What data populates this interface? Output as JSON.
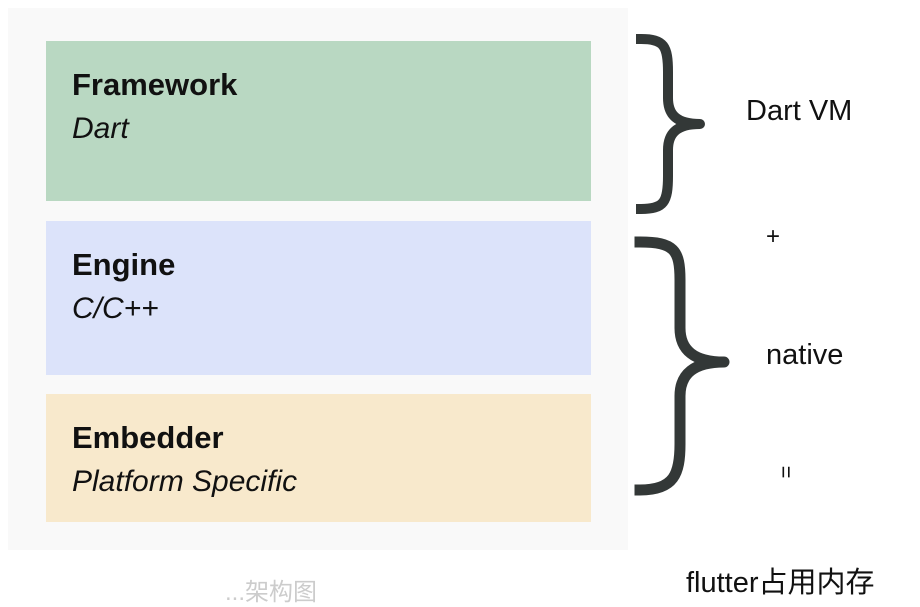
{
  "layers": [
    {
      "title": "Framework",
      "subtitle": "Dart",
      "color": "#b9d8c2"
    },
    {
      "title": "Engine",
      "subtitle": "C/C++",
      "color": "#dce3fa"
    },
    {
      "title": "Embedder",
      "subtitle": "Platform Specific",
      "color": "#f8e9cc"
    }
  ],
  "annotations": {
    "dart_vm": "Dart VM",
    "plus": "+",
    "native": "native",
    "equals": "=",
    "flutter_memory": "flutter占用内存"
  },
  "caption": "...架构图",
  "colors": {
    "panel_background": "#f9f9f9",
    "brace": "#333837"
  }
}
